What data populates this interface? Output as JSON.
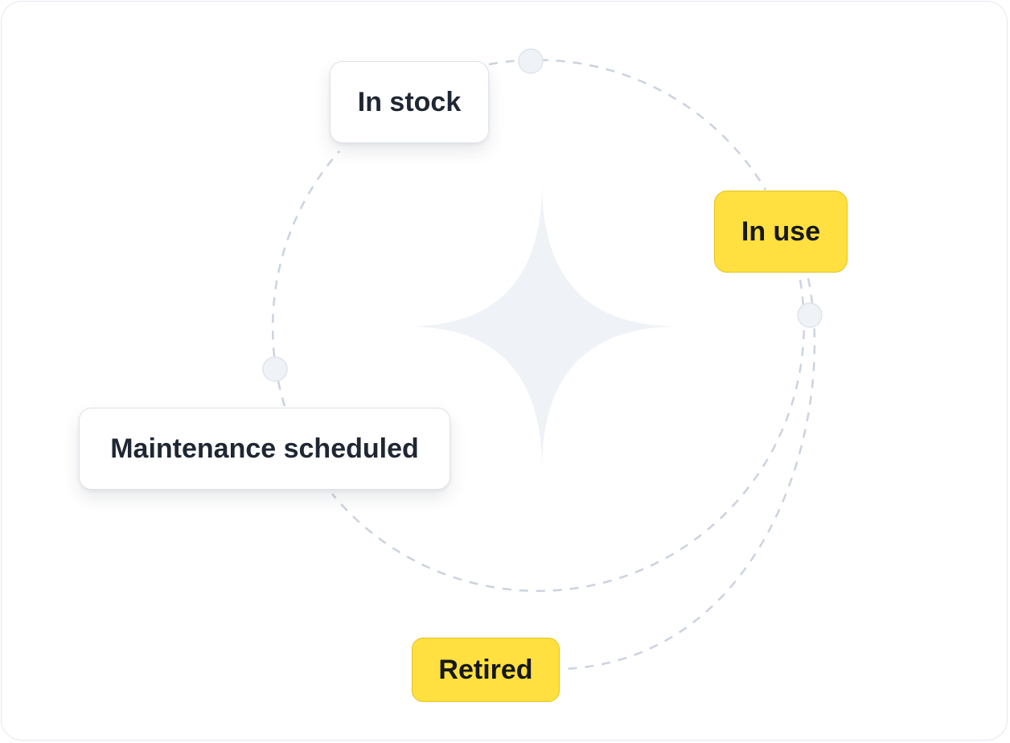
{
  "diagram": {
    "nodes": [
      {
        "id": "in-stock",
        "label": "In stock",
        "style": "neutral"
      },
      {
        "id": "in-use",
        "label": "In use",
        "style": "accent"
      },
      {
        "id": "maintenance-scheduled",
        "label": "Maintenance scheduled",
        "style": "neutral"
      },
      {
        "id": "retired",
        "label": "Retired",
        "style": "accent"
      }
    ],
    "edges": [
      {
        "from": "in-stock",
        "to": "in-use"
      },
      {
        "from": "in-use",
        "to": "maintenance-scheduled"
      },
      {
        "from": "maintenance-scheduled",
        "to": "in-stock"
      },
      {
        "from": "in-use",
        "to": "retired"
      }
    ],
    "colors": {
      "accent_fill": "#ffe040",
      "accent_border": "#e6c21c",
      "neutral_fill": "#ffffff",
      "connector": "#cbd3df",
      "sparkle": "#eff2f7",
      "text": "#1f2733"
    },
    "center_icon": "sparkle-icon"
  }
}
